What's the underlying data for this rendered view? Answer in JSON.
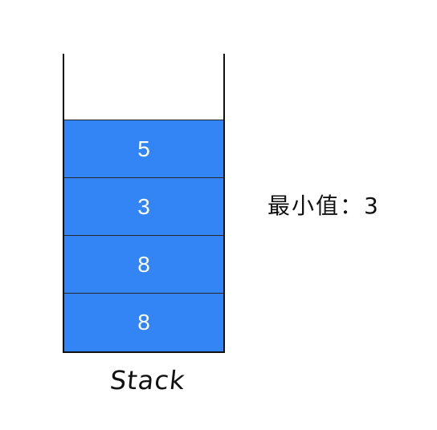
{
  "stack": {
    "items": [
      "5",
      "3",
      "8",
      "8"
    ],
    "label": "Stack"
  },
  "min_value": {
    "text": "最小值：3"
  },
  "colors": {
    "item_fill": "#3385f5",
    "item_text": "#ffffff",
    "outline": "#111111"
  }
}
